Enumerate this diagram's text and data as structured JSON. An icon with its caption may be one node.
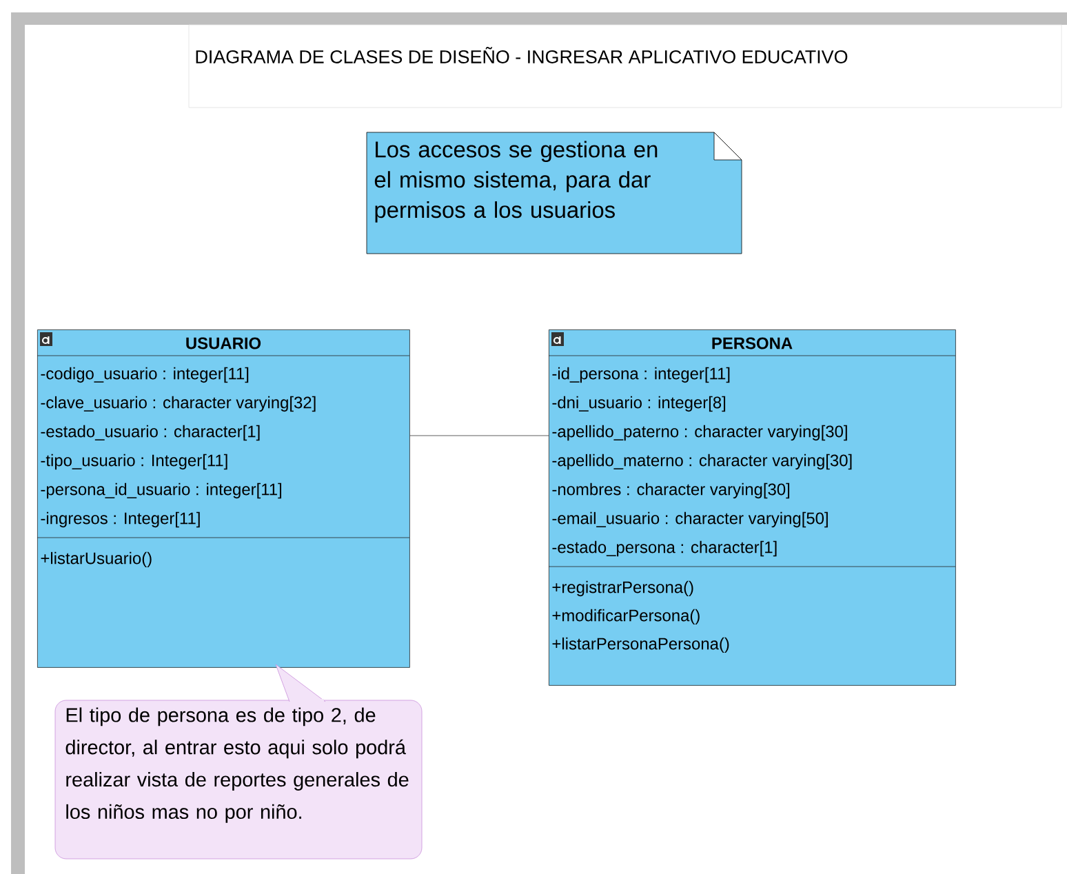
{
  "diagram": {
    "title": "DIAGRAMA DE CLASES DE DISEÑO -  INGRESAR APLICATIVO EDUCATIVO",
    "nodes": [
      {
        "text": [
          "Los accesos se gestiona en el mismo sistema, para dar permisos a los usuarios"
        ]
      },
      {
        "text": [
          "USUARIO",
          "-codigo_usuario : integer[11]",
          "-clave_usuario : character varying[32]",
          "-estado_usuario : character[1]",
          "-tipo_usuario : Integer[11]",
          "-persona_id_usuario : integer[11]",
          "-ingresos : Integer[11]",
          "+listarUsuario()"
        ]
      },
      {
        "text": [
          "PERSONA",
          "-id_persona : integer[11]",
          "-dni_usuario : integer[8]",
          "-apellido_paterno : character varying[30]",
          "-apellido_materno : character varying[30]",
          "-nombres : character varying[30]",
          "-email_usuario : character varying[50]",
          "-estado_persona : character[1]",
          "+registrarPersona()",
          "+modificarPersona()",
          "+listarPersonaPersona()"
        ]
      },
      {
        "text": [
          "El tipo de persona es de tipo 2, de director, al entrar esto aqui solo podrá realizar vista de reportes generales de los niños mas no por niño."
        ]
      }
    ],
    "edges": [
      {
        "from": 1,
        "to": 2,
        "arrow": "none"
      }
    ]
  }
}
